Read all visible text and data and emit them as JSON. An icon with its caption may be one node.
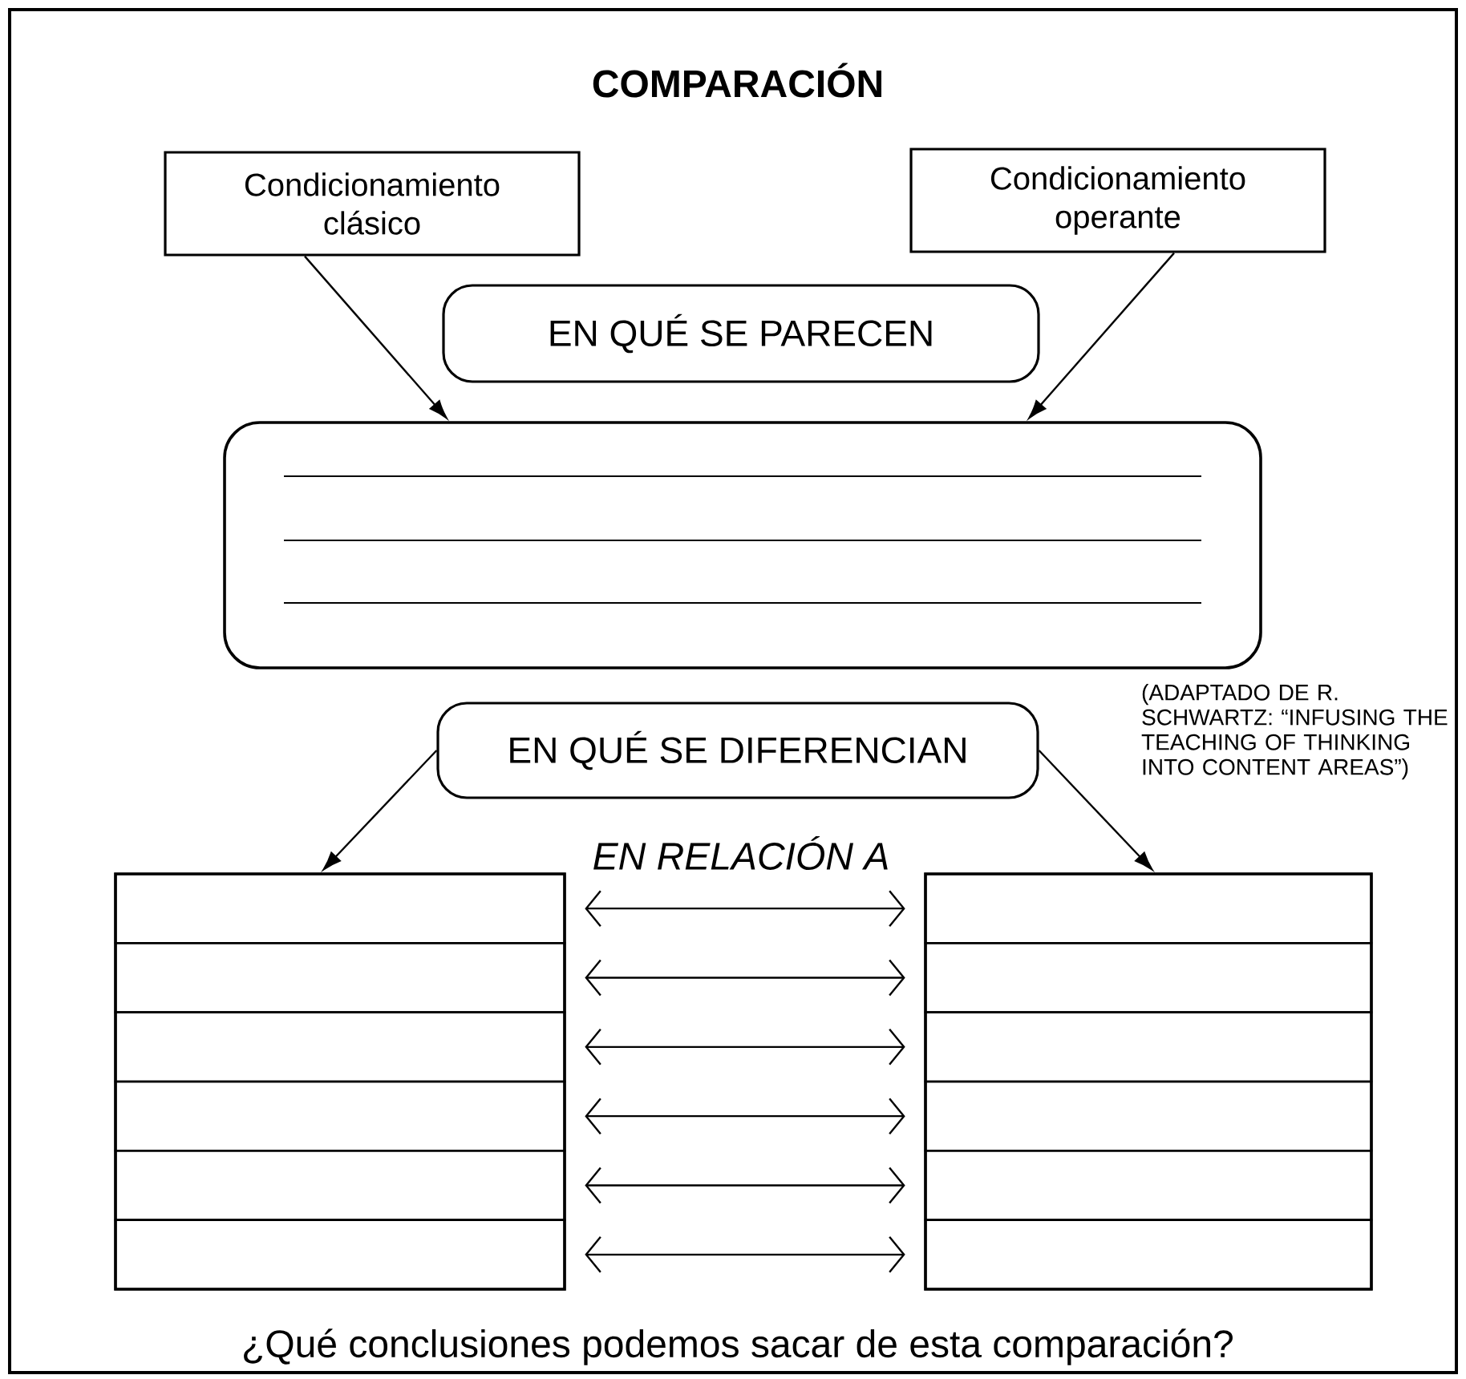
{
  "diagram": {
    "title": "COMPARACIÓN",
    "nodes": [
      {
        "text": [
          "Condicionamiento clásico"
        ]
      },
      {
        "text": [
          "Condicionamiento operante"
        ]
      },
      {
        "text": [
          "EN QUÉ SE PARECEN"
        ]
      },
      {
        "text": [],
        "shape": "box"
      },
      {
        "text": [
          "EN QUÉ SE DIFERENCIAN"
        ]
      },
      {
        "text": [],
        "shape": "box"
      },
      {
        "text": [],
        "shape": "box",
        "in": 5
      },
      {
        "text": [],
        "shape": "box",
        "in": 5
      },
      {
        "text": [],
        "shape": "box",
        "in": 5
      },
      {
        "text": [],
        "shape": "box",
        "in": 5
      },
      {
        "text": [],
        "shape": "box",
        "in": 5
      },
      {
        "text": [],
        "shape": "box",
        "in": 5
      },
      {
        "text": [],
        "shape": "box"
      },
      {
        "text": [],
        "shape": "box",
        "in": 12
      },
      {
        "text": [],
        "shape": "box",
        "in": 12
      },
      {
        "text": [],
        "shape": "box",
        "in": 12
      },
      {
        "text": [],
        "shape": "box",
        "in": 12
      },
      {
        "text": [],
        "shape": "box",
        "in": 12
      },
      {
        "text": [],
        "shape": "box",
        "in": 12
      }
    ],
    "edges": [
      {
        "from": 0,
        "to": 3,
        "arrow": "to"
      },
      {
        "from": 1,
        "to": 3,
        "arrow": "to"
      },
      {
        "from": 4,
        "to": 5,
        "arrow": "to"
      },
      {
        "from": 4,
        "to": 12,
        "arrow": "to"
      },
      {
        "from": 6,
        "to": 13,
        "arrow": "both"
      },
      {
        "from": 7,
        "to": 14,
        "arrow": "both"
      },
      {
        "from": 8,
        "to": 15,
        "arrow": "both"
      },
      {
        "from": 9,
        "to": 16,
        "arrow": "both"
      },
      {
        "from": 10,
        "to": 17,
        "arrow": "both"
      },
      {
        "from": 11,
        "to": 18,
        "arrow": "both"
      }
    ],
    "labels": [
      "(ADAPTADO DE R. SCHWARTZ: “INFUSING THE TEACHING OF THINKING INTO CONTENT AREAS”)",
      "EN RELACIÓN A",
      "¿Qué conclusiones podemos sacar de esta comparación?"
    ]
  }
}
